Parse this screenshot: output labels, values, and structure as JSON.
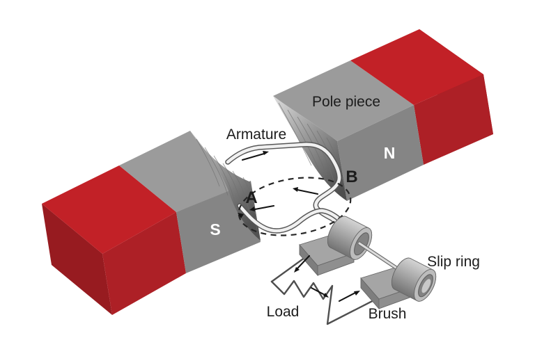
{
  "labels": {
    "pole_piece": "Pole piece",
    "armature": "Armature",
    "north_pole": "N",
    "south_pole": "S",
    "terminal_a": "A",
    "terminal_b": "B",
    "slip_ring": "Slip ring",
    "brush": "Brush",
    "load": "Load"
  },
  "colors": {
    "magnet_red_top": "#c22127",
    "magnet_red_side": "#ad2026",
    "magnet_red_end": "#971b20",
    "pole_gray_top": "#9b9b9b",
    "pole_gray_front": "#858585",
    "wire_fill": "#f0f0f0",
    "wire_outline": "#565656",
    "metal_gray": "#a8a8a8",
    "circuit_line": "#4f4f4f",
    "arrow_black": "#131313",
    "text_dark": "#1c1c1c",
    "text_light": "#ffffff",
    "background": "#ffffff"
  }
}
